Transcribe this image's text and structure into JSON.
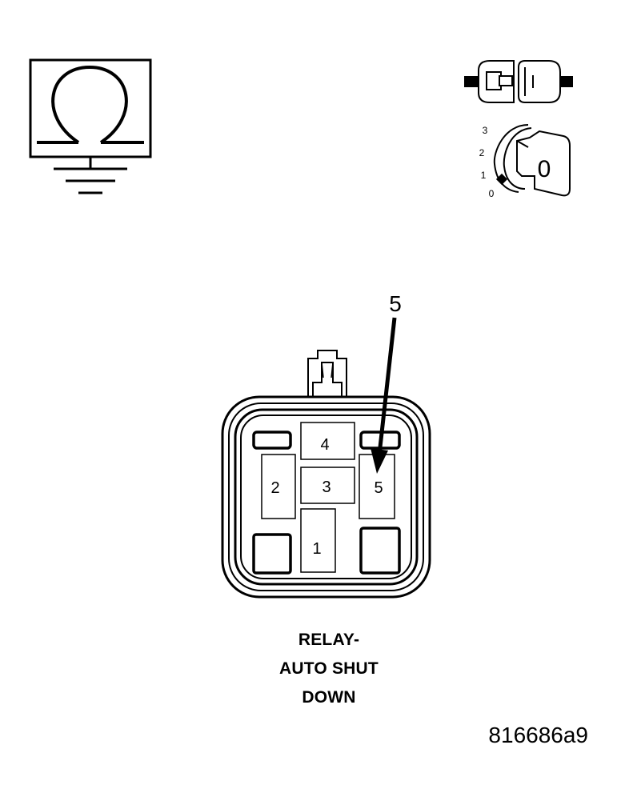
{
  "ignition": {
    "positions": [
      "3",
      "2",
      "1",
      "0"
    ],
    "key_label": "0"
  },
  "callout": {
    "number": "5"
  },
  "relay": {
    "terminals": [
      "1",
      "2",
      "3",
      "4",
      "5"
    ]
  },
  "caption": {
    "line1": "RELAY-",
    "line2": "AUTO SHUT",
    "line3": "DOWN"
  },
  "figure_id": "816686a9",
  "colors": {
    "ink": "#000000",
    "background": "#ffffff"
  }
}
